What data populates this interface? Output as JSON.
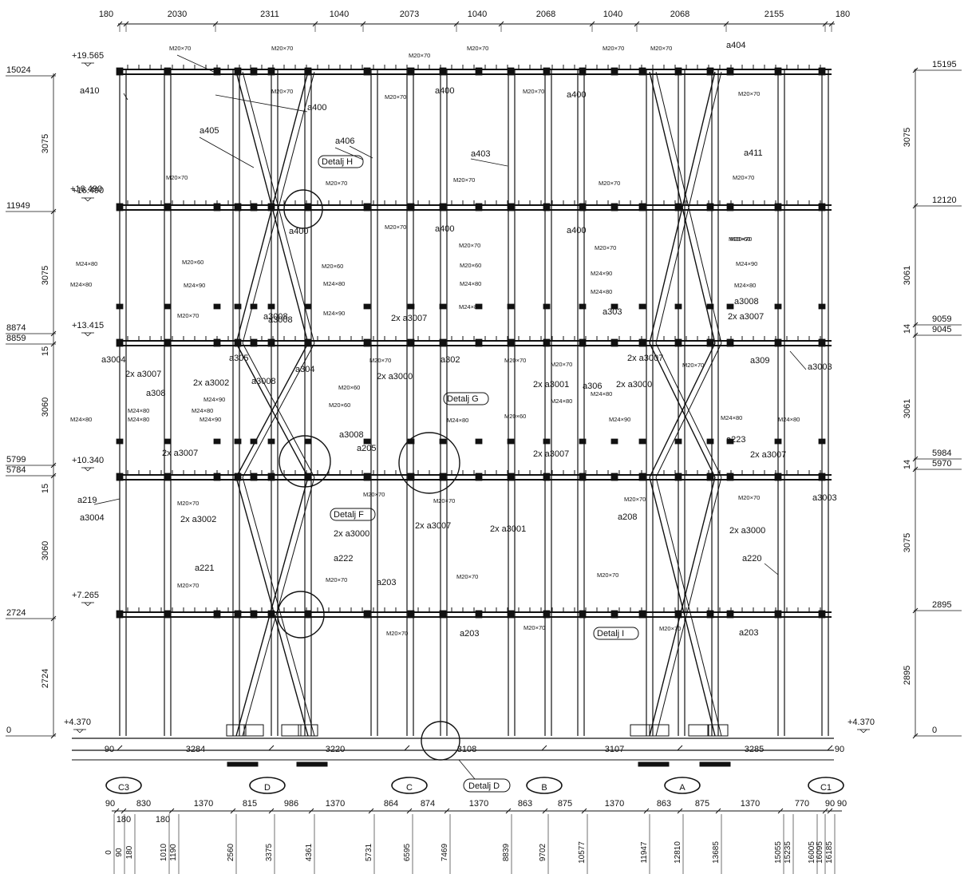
{
  "top_dims": [
    "180",
    "2030",
    "2311",
    "1040",
    "2073",
    "1040",
    "2068",
    "1040",
    "2068",
    "2155",
    "180"
  ],
  "left_levels": [
    "15024",
    "11949",
    "8874",
    "8859",
    "5799",
    "5784",
    "2724",
    "0"
  ],
  "left_spans": [
    "3075",
    "3075",
    "15",
    "3060",
    "15",
    "3060",
    "2724"
  ],
  "right_levels": [
    "15195",
    "12120",
    "9059",
    "9045",
    "5984",
    "5970",
    "2895",
    "0"
  ],
  "right_spans": [
    "3075",
    "3061",
    "14",
    "3061",
    "14",
    "3075",
    "2895"
  ],
  "elevations": [
    "+19.565",
    "+16.490",
    "+13.415",
    "+10.340",
    "+7.265",
    "+4.370",
    "+4.370"
  ],
  "member_labels": [
    "M20×70",
    "M20×70",
    "M20×70",
    "M20×70",
    "M20×70",
    "M20×70",
    "a404",
    "a410",
    "M20×70",
    "a400",
    "M20×70",
    "a400",
    "M20×70",
    "a400",
    "M20×70",
    "a405",
    "a406",
    "Detalj H",
    "a403",
    "a411",
    "M20×70",
    "M20×70",
    "M20×70",
    "M20×70",
    "M20×70",
    "+16.490",
    "M20×70",
    "a400",
    "M20×70",
    "a400",
    "M20×70",
    "a400",
    "M20×70",
    "M24×80",
    "M20×60",
    "M20×60",
    "M20×60",
    "M20×60",
    "M24×90",
    "M24×80",
    "M24×80",
    "M24×80",
    "M24×90",
    "M24×80",
    "M24×90",
    "M24×80",
    "M24×80",
    "a3008",
    "M24×90",
    "M24×80",
    "M24×80",
    "a303",
    "a3008",
    "M20×70",
    "a3008",
    "2x a3007",
    "2x a3007",
    "a3004",
    "a305",
    "M20×70",
    "a302",
    "M20×70",
    "M20×70",
    "2x a3007",
    "M20×70",
    "a309",
    "a3003",
    "2x a3007",
    "2x a3002",
    "a3008",
    "a304",
    "2x a3000",
    "2x a3001",
    "a306",
    "2x a3000",
    "a308",
    "M24×80",
    "M24×80",
    "M24×90",
    "M24×90",
    "M20×60",
    "M20×60",
    "Detalj G",
    "M24×80",
    "M20×60",
    "M24×80",
    "M24×90",
    "M24×80",
    "M24×80",
    "M24×80",
    "a223",
    "2x a3007",
    "a3008",
    "2x a3007",
    "2x a3007",
    "a205",
    "a219",
    "a3004",
    "M20×70",
    "M20×70",
    "M20×70",
    "M20×70",
    "M20×70",
    "a3003",
    "2x a3002",
    "Detalj F",
    "2x a3000",
    "2x a3007",
    "2x a3001",
    "a208",
    "2x a3000",
    "a222",
    "a220",
    "a221",
    "M20×70",
    "a203",
    "M20×70",
    "M20×70",
    "M20×70",
    "M20×70",
    "M20×70",
    "M20×70",
    "a203",
    "a203",
    "Detalj I"
  ],
  "base_dims": [
    "90",
    "3284",
    "3220",
    "3108",
    "3107",
    "3285",
    "90"
  ],
  "axis_labels": [
    "C3",
    "D",
    "C",
    "B",
    "A",
    "C1"
  ],
  "detail_d": "Detalj D",
  "bottom_dims": [
    "90",
    "830",
    "1370",
    "815",
    "986",
    "1370",
    "864",
    "874",
    "1370",
    "863",
    "875",
    "1370",
    "863",
    "875",
    "1370",
    "770",
    "90",
    "90",
    "180",
    "180"
  ],
  "bottom_ords": [
    "0",
    "90",
    "180",
    "1010",
    "1190",
    "2560",
    "3375",
    "4361",
    "5731",
    "6595",
    "7469",
    "8839",
    "9702",
    "10577",
    "11947",
    "12810",
    "13685",
    "15055",
    "15235",
    "16005",
    "16095",
    "16185"
  ]
}
